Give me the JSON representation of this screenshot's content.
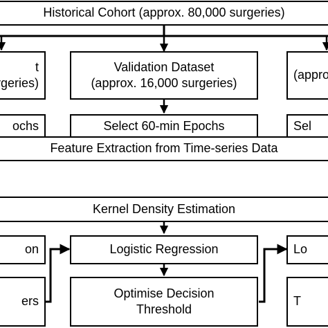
{
  "nodes": {
    "historical_cohort": "Historical Cohort (approx. 80,000 surgeries)",
    "left_dataset": [
      "t",
      "rgeries)"
    ],
    "validation_dataset": [
      "Validation Dataset",
      "(approx. 16,000 surgeries)"
    ],
    "right_dataset": [
      "",
      "(appro"
    ],
    "left_epochs": "ochs",
    "select_epochs": "Select 60-min Epochs",
    "right_epochs": "Sel",
    "feature_extraction": "Feature Extraction from Time-series Data",
    "kernel_density": "Kernel Density Estimation",
    "left_model": "on",
    "logistic_regression": "Logistic Regression",
    "right_model": "Lo",
    "left_params": "ers",
    "optimise_threshold": [
      "Optimise Decision",
      "Threshold"
    ],
    "right_threshold": "T"
  },
  "colors": {
    "stroke": "#000000",
    "fill": "#ffffff",
    "text": "#000000"
  }
}
